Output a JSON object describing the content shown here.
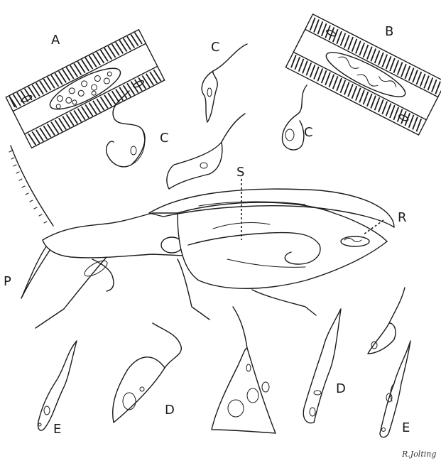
{
  "labels": {
    "A": "A",
    "B": "B",
    "C1": "C",
    "C2": "C",
    "C3": "C",
    "S": "S",
    "R": "R",
    "P": "P",
    "D1": "D",
    "D2": "D",
    "E1": "E",
    "E2": "E"
  },
  "signature": "R.Jolting",
  "colors": {
    "ink": "#1a1a1a",
    "paper": "#ffffff"
  }
}
